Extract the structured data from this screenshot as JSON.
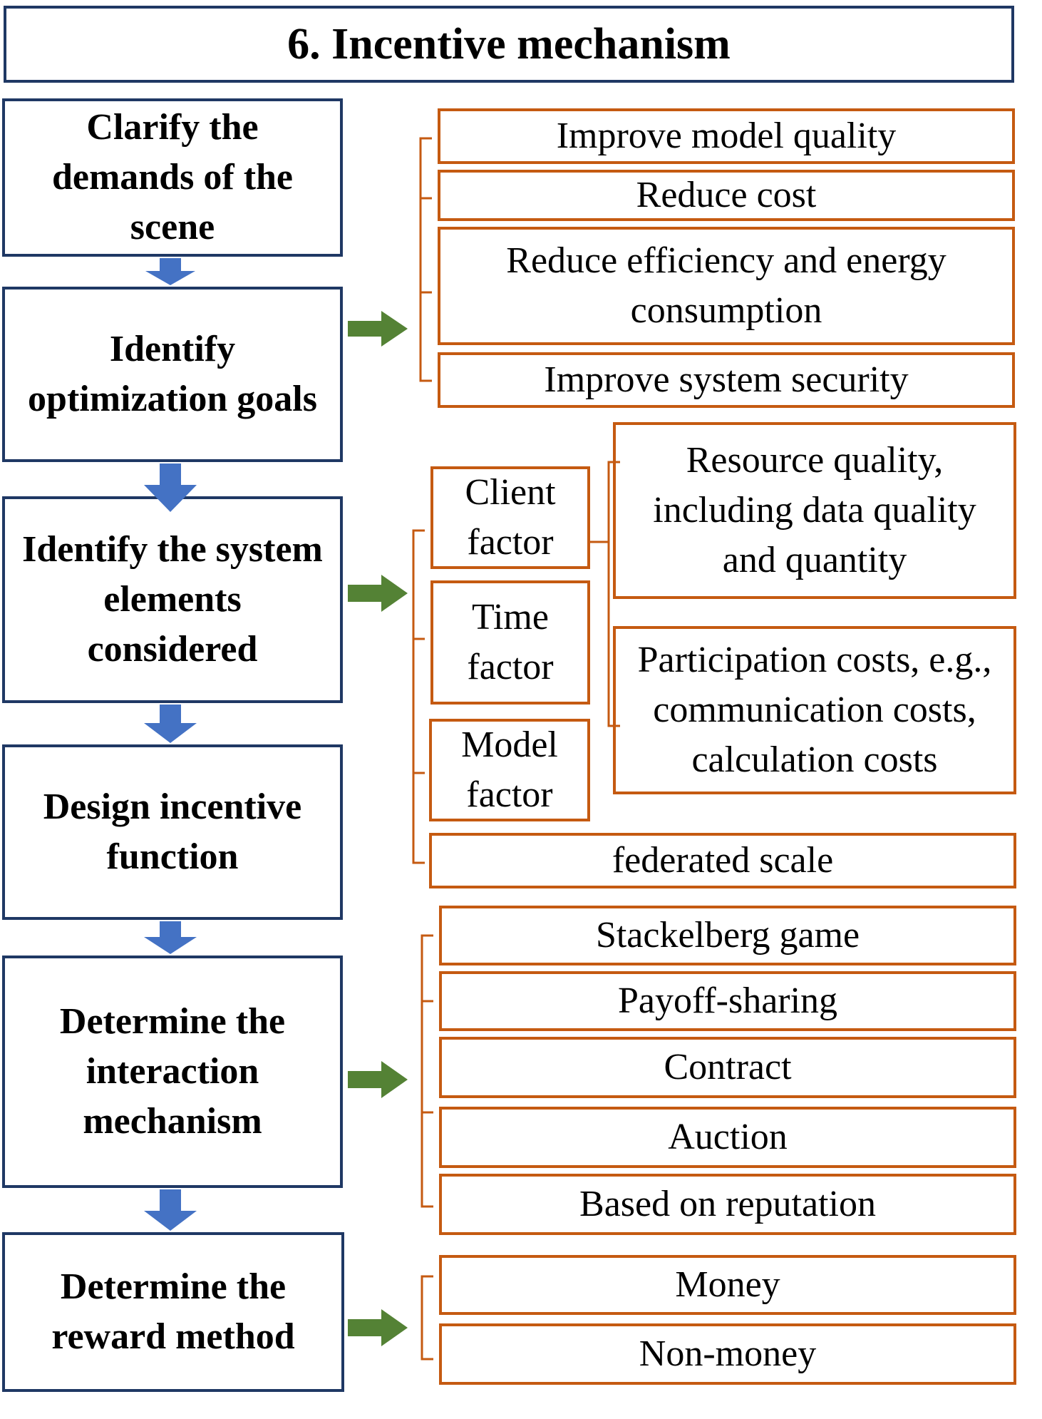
{
  "title": "6. Incentive mechanism",
  "colors": {
    "step_border": "#1f3864",
    "option_border": "#c55a11",
    "down_arrow": "#4472c4",
    "right_arrow": "#548235"
  },
  "steps": [
    {
      "label": "Clarify the demands of the scene"
    },
    {
      "label": "Identify optimization goals"
    },
    {
      "label": "Identify the system elements considered"
    },
    {
      "label": "Design incentive function"
    },
    {
      "label": "Determine the interaction mechanism"
    },
    {
      "label": "Determine the reward method"
    }
  ],
  "goals": [
    "Improve model quality",
    "Reduce cost",
    "Reduce efficiency and energy consumption",
    "Improve system security"
  ],
  "elements": {
    "factors": [
      "Client factor",
      "Time factor",
      "Model factor"
    ],
    "details": [
      "Resource quality, including data quality and quantity",
      "Participation costs, e.g., communication costs, calculation costs"
    ],
    "scale": "federated scale"
  },
  "mechanisms": [
    "Stackelberg game",
    "Payoff-sharing",
    "Contract",
    "Auction",
    "Based on reputation"
  ],
  "rewards": [
    "Money",
    "Non-money"
  ]
}
